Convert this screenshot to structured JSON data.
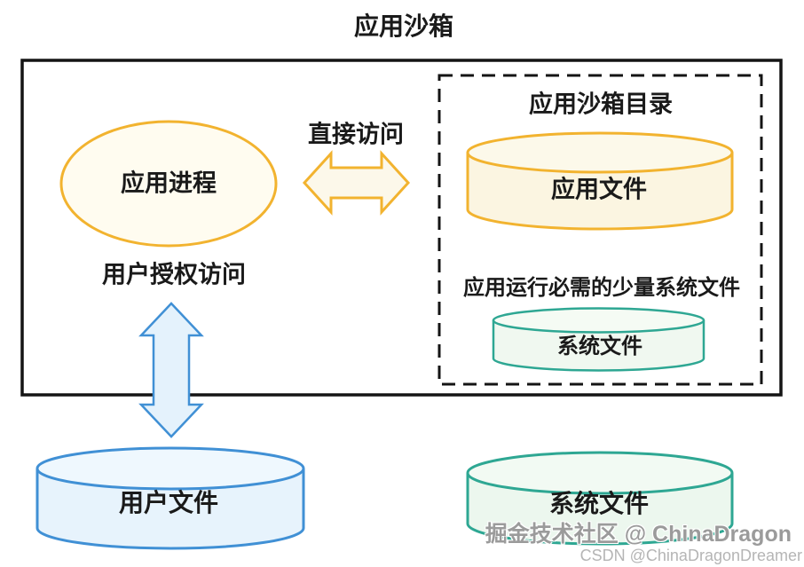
{
  "title": "应用沙箱",
  "sandbox": {
    "process": "应用进程",
    "direct_access": "直接访问",
    "user_auth": "用户授权访问",
    "dir_title": "应用沙箱目录",
    "app_files": "应用文件",
    "sys_note": "应用运行必需的少量系统文件",
    "sys_files_inner": "系统文件"
  },
  "bottom": {
    "user_files": "用户文件",
    "system_files": "系统文件"
  },
  "watermark": {
    "line1": "掘金技术社区 @ ChinaDragon",
    "line2": "CSDN @ChinaDragonDreamer"
  },
  "colors": {
    "yellow": "#F2B32F",
    "teal": "#2EA793",
    "blue": "#4090D5",
    "outline": "#141414"
  }
}
